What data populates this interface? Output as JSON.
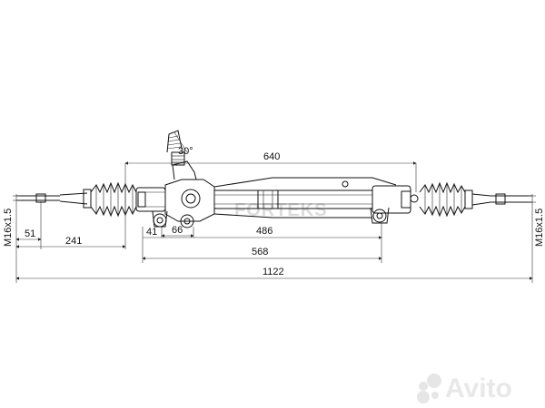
{
  "diagram": {
    "dimensions": {
      "d640": "640",
      "d486": "486",
      "d568": "568",
      "d1122": "1122",
      "d41": "41",
      "d66": "66",
      "d51": "51",
      "d241": "241"
    },
    "threads": {
      "left": "M16x1.5",
      "right": "M16x1.5"
    },
    "angle_mark": "30°",
    "watermark": "FORTEKS",
    "avito_logo": "Avito"
  }
}
